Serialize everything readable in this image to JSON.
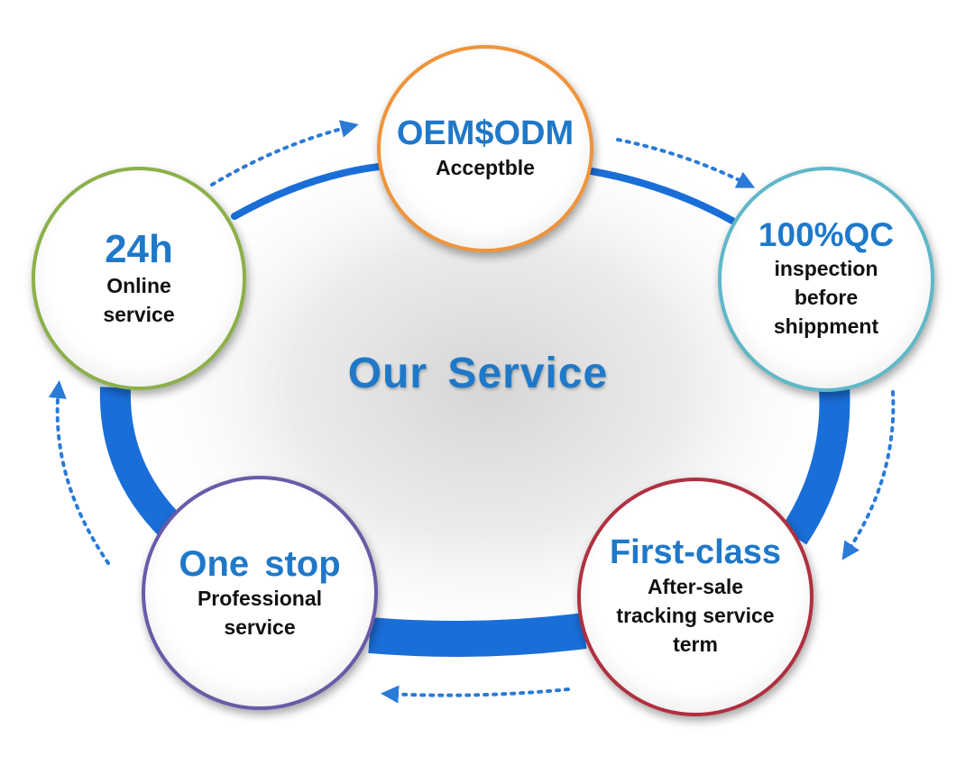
{
  "title": "Our Service",
  "colors": {
    "ring": "#1a6ed8",
    "arrows": "#2a7ad8",
    "heading_text": "#1f78c8",
    "body_text": "#111111",
    "oem_border": "#f0943a",
    "qc_border": "#5fb8c8",
    "h24_border": "#8cb04a",
    "onestop_border": "#6a5aa8",
    "firstclass_border": "#b03040"
  },
  "nodes": {
    "oem": {
      "heading": "OEM$ODM",
      "lines": [
        "Acceptble"
      ]
    },
    "qc": {
      "heading": "100%QC",
      "lines": [
        "inspection",
        "before",
        "shippment"
      ]
    },
    "h24": {
      "heading": "24h",
      "lines": [
        "Online",
        "service"
      ]
    },
    "onestop": {
      "heading": "One stop",
      "lines": [
        "Professional",
        "service"
      ]
    },
    "firstclass": {
      "heading": "First-class",
      "lines": [
        "After-sale",
        "tracking service",
        "term"
      ]
    }
  }
}
